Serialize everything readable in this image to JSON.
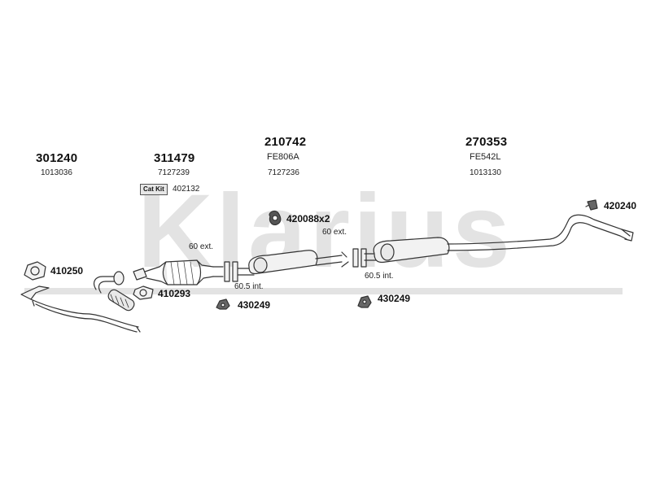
{
  "watermark": {
    "text": "Klarius",
    "color": "#e3e3e3"
  },
  "assemblies": [
    {
      "number": "301240",
      "ref": "1013036"
    },
    {
      "number": "311479",
      "ref": "7127239",
      "catkit": "Cat Kit",
      "catkit_ref": "402132"
    },
    {
      "number": "210742",
      "code": "FE806A",
      "ref": "7127236"
    },
    {
      "number": "270353",
      "code": "FE542L",
      "ref": "1013130"
    }
  ],
  "fittings": {
    "f1": "410250",
    "f2": "410293",
    "f3": "430249",
    "f4": "420088x2",
    "f5": "430249",
    "f6": "420240"
  },
  "notes": {
    "n1": "60 ext.",
    "n2": "60.5 int.",
    "n3": "60 ext.",
    "n4": "60.5 int."
  },
  "colors": {
    "line": "#333333",
    "part_fill": "#f2f2f2"
  }
}
